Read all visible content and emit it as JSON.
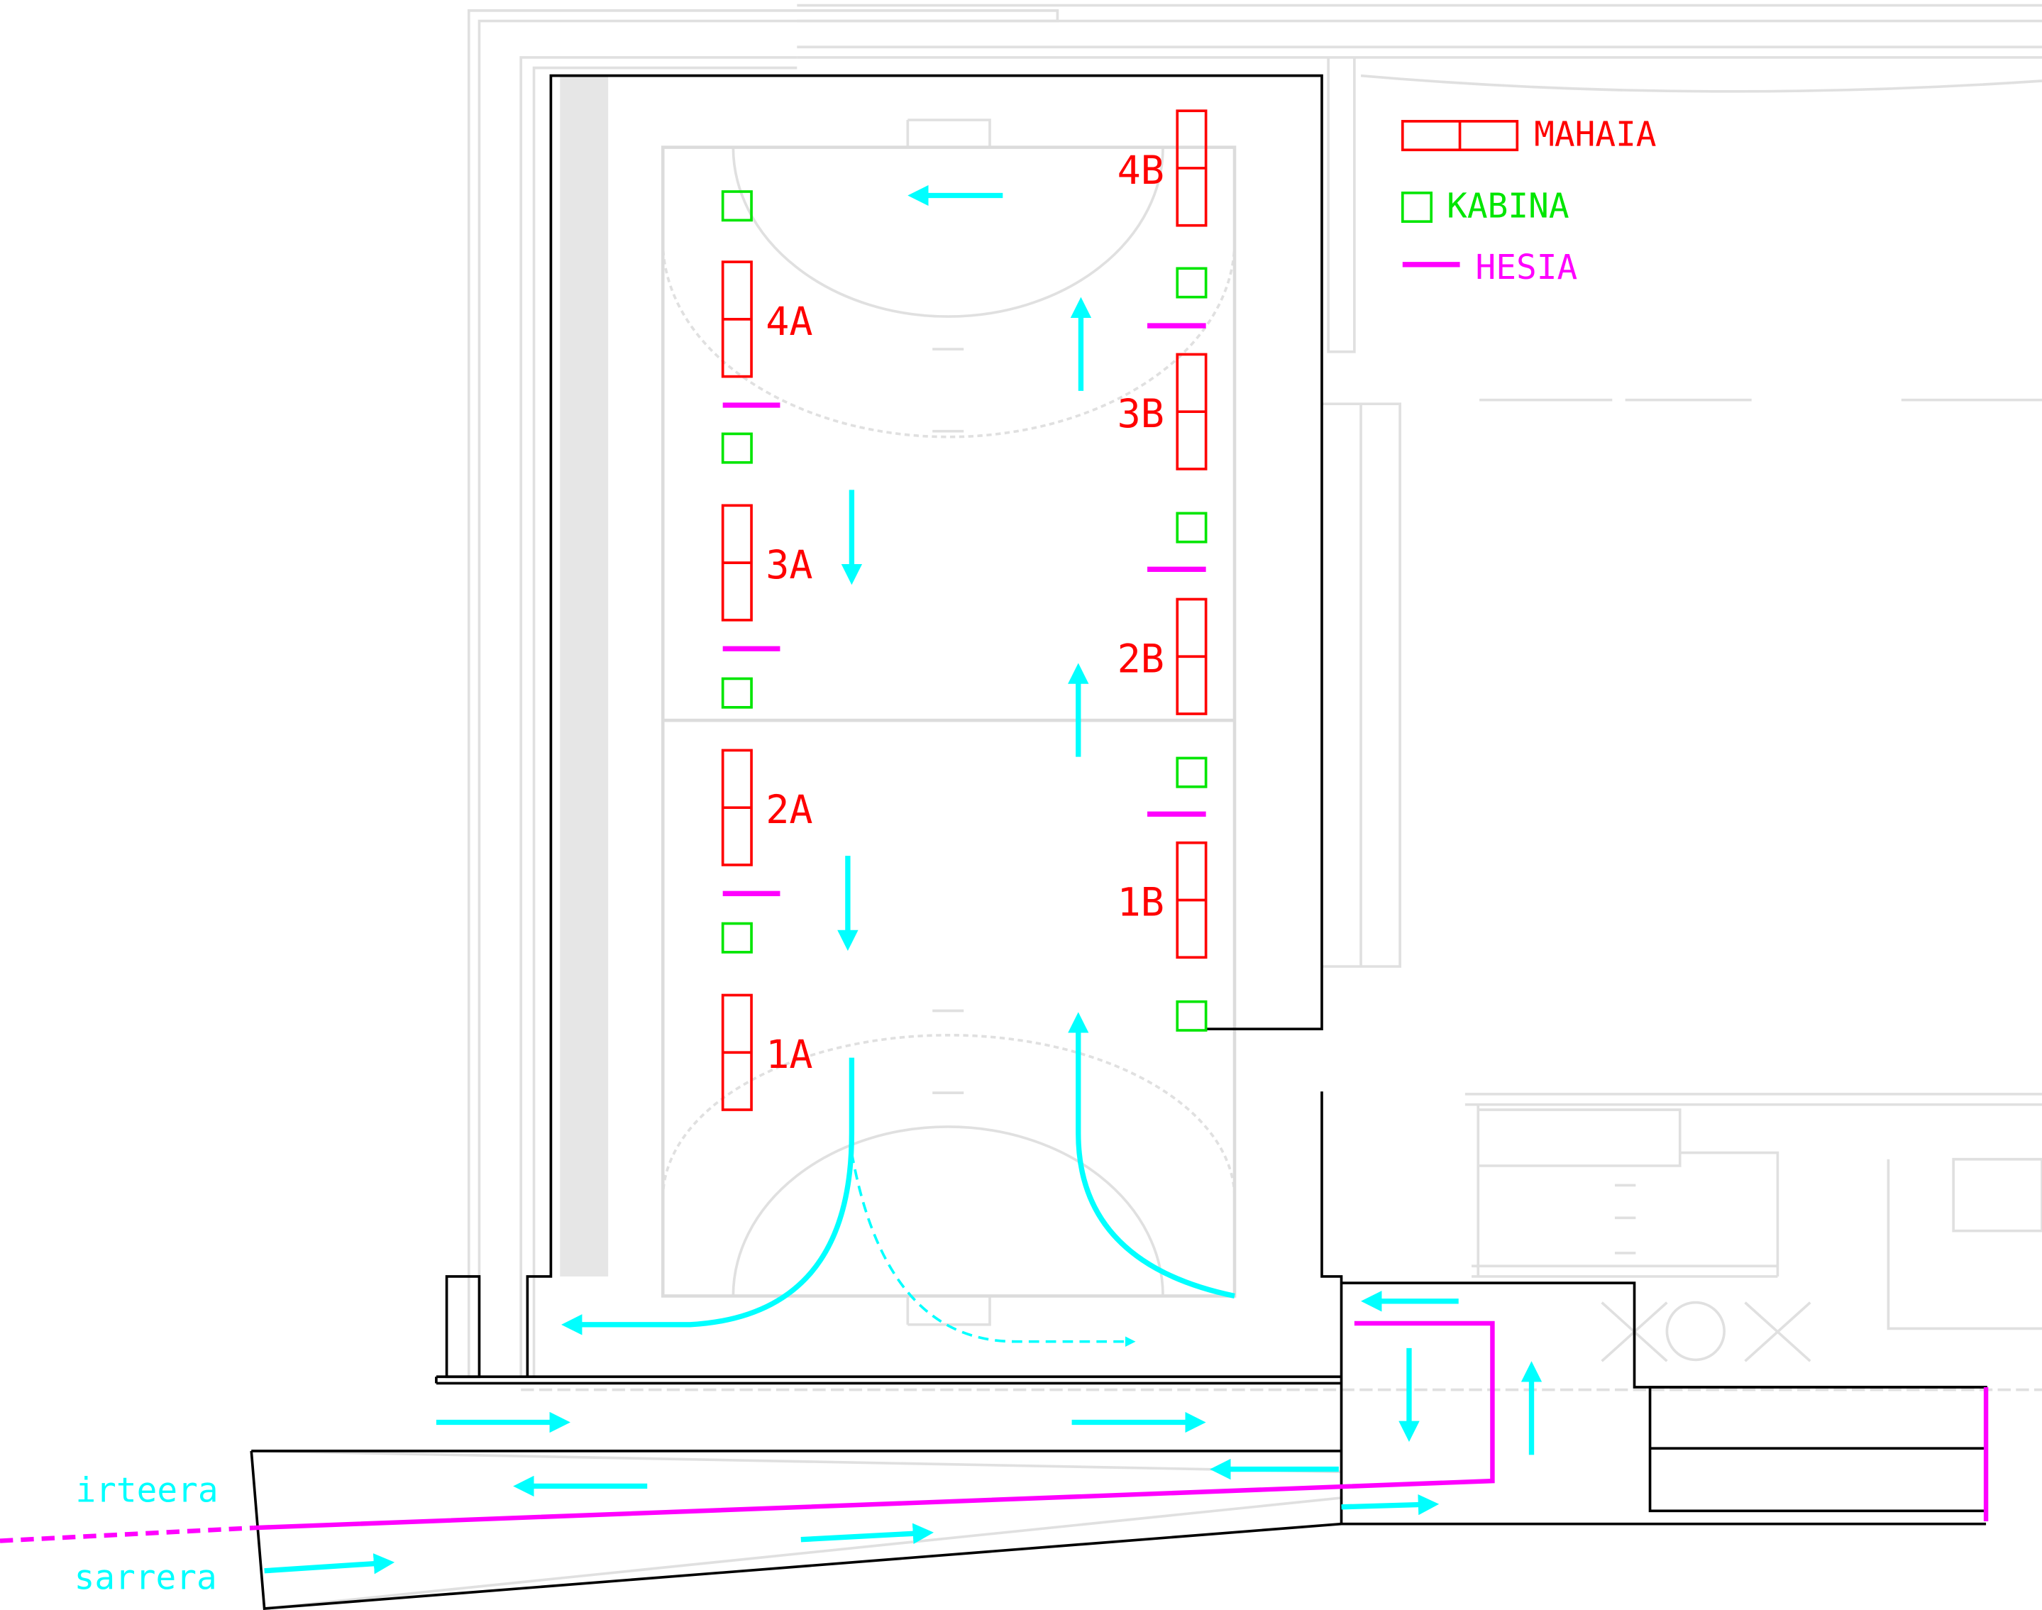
{
  "legend": {
    "table_label": "MAHAIA",
    "booth_label": "KABINA",
    "barrier_label": "HESIA"
  },
  "tables_a": [
    "4A",
    "3A",
    "2A",
    "1A"
  ],
  "tables_b": [
    "4B",
    "3B",
    "2B",
    "1B"
  ],
  "entrance": {
    "exit_label": "irteera",
    "entry_label": "sarrera"
  },
  "colors": {
    "table": "#ff0000",
    "booth": "#00e600",
    "barrier": "#ff00ff",
    "flow": "#00ffff",
    "wall": "#000000",
    "background_lines": "#e0e0e0"
  }
}
